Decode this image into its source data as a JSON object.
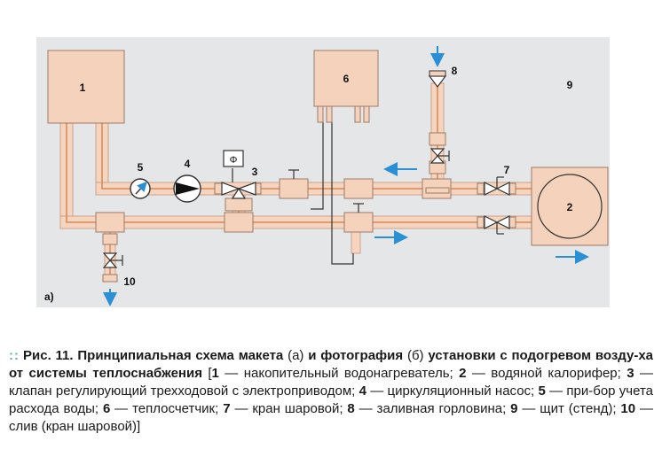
{
  "diagram": {
    "panel_label": "а)",
    "labels": {
      "c1": "1",
      "c2": "2",
      "c3": "3",
      "c4": "4",
      "c5": "5",
      "c6": "6",
      "c7": "7",
      "c8": "8",
      "c9": "9",
      "c10": "10"
    },
    "meter_glyph": "Φ",
    "colors": {
      "panel_bg": "#e5e6e8",
      "pipe_fill": "#f6d4bd",
      "pipe_stroke": "#c9a38c",
      "pipe_center": "#d08a5a",
      "box_fill": "#f4d2bb",
      "arrow": "#2a8fd4"
    }
  },
  "caption": {
    "fig": "Рис. 11.",
    "title_a": "Принципиальная схема макета",
    "a_note": "(а)",
    "title_b": "и фотография",
    "b_note": "(б)",
    "title_c": "установки с подогревом возду-ха от системы теплоснабжения",
    "legend": [
      {
        "num": "1",
        "text": " — накопительный водонагреватель; "
      },
      {
        "num": "2",
        "text": " — водяной калорифер; "
      },
      {
        "num": "3",
        "text": " — клапан регулирующий трехходовой с электроприводом; "
      },
      {
        "num": "4",
        "text": " — циркуляционный насос; "
      },
      {
        "num": "5",
        "text": " — при-бор учета расхода воды; "
      },
      {
        "num": "6",
        "text": " — теплосчетчик; "
      },
      {
        "num": "7",
        "text": " — кран шаровой; "
      },
      {
        "num": "8",
        "text": " — заливная горловина; "
      },
      {
        "num": "9",
        "text": " — щит (стенд); "
      },
      {
        "num": "10",
        "text": " — слив (кран шаровой)]"
      }
    ]
  }
}
